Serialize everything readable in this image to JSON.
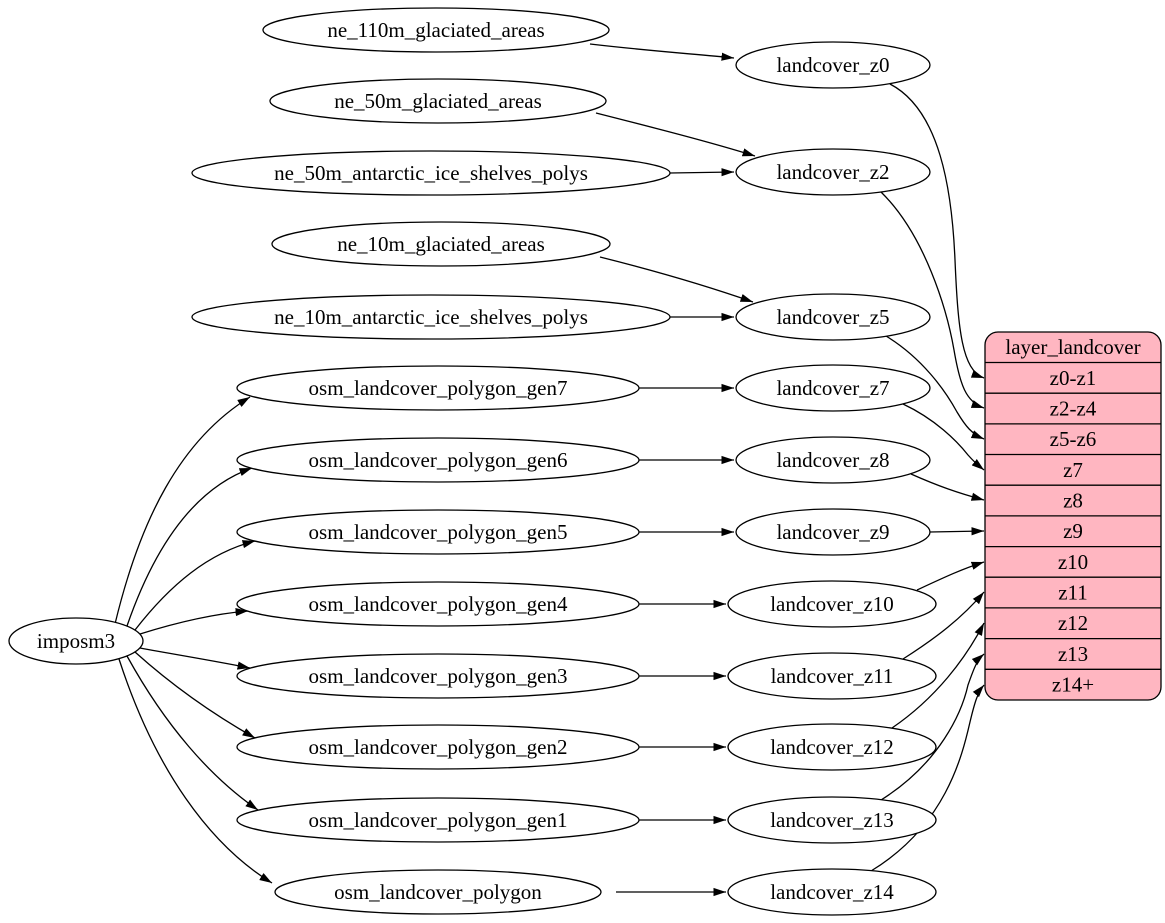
{
  "diagram": {
    "kind": "directed-graph",
    "background_color": "#ffffff",
    "node_fill_color": "#ffffff",
    "edge_color": "#000000",
    "root_node": {
      "id": "imposm3",
      "label": "imposm3"
    },
    "source_nodes": [
      {
        "id": "ne_110m_glaciated_areas",
        "label": "ne_110m_glaciated_areas"
      },
      {
        "id": "ne_50m_glaciated_areas",
        "label": "ne_50m_glaciated_areas"
      },
      {
        "id": "ne_50m_antarctic_ice_shelves_polys",
        "label": "ne_50m_antarctic_ice_shelves_polys"
      },
      {
        "id": "ne_10m_glaciated_areas",
        "label": "ne_10m_glaciated_areas"
      },
      {
        "id": "ne_10m_antarctic_ice_shelves_polys",
        "label": "ne_10m_antarctic_ice_shelves_polys"
      },
      {
        "id": "osm_landcover_polygon_gen7",
        "label": "osm_landcover_polygon_gen7"
      },
      {
        "id": "osm_landcover_polygon_gen6",
        "label": "osm_landcover_polygon_gen6"
      },
      {
        "id": "osm_landcover_polygon_gen5",
        "label": "osm_landcover_polygon_gen5"
      },
      {
        "id": "osm_landcover_polygon_gen4",
        "label": "osm_landcover_polygon_gen4"
      },
      {
        "id": "osm_landcover_polygon_gen3",
        "label": "osm_landcover_polygon_gen3"
      },
      {
        "id": "osm_landcover_polygon_gen2",
        "label": "osm_landcover_polygon_gen2"
      },
      {
        "id": "osm_landcover_polygon_gen1",
        "label": "osm_landcover_polygon_gen1"
      },
      {
        "id": "osm_landcover_polygon",
        "label": "osm_landcover_polygon"
      }
    ],
    "layer_nodes": [
      {
        "id": "landcover_z0",
        "label": "landcover_z0"
      },
      {
        "id": "landcover_z2",
        "label": "landcover_z2"
      },
      {
        "id": "landcover_z5",
        "label": "landcover_z5"
      },
      {
        "id": "landcover_z7",
        "label": "landcover_z7"
      },
      {
        "id": "landcover_z8",
        "label": "landcover_z8"
      },
      {
        "id": "landcover_z9",
        "label": "landcover_z9"
      },
      {
        "id": "landcover_z10",
        "label": "landcover_z10"
      },
      {
        "id": "landcover_z11",
        "label": "landcover_z11"
      },
      {
        "id": "landcover_z12",
        "label": "landcover_z12"
      },
      {
        "id": "landcover_z13",
        "label": "landcover_z13"
      },
      {
        "id": "landcover_z14",
        "label": "landcover_z14"
      }
    ],
    "table": {
      "title": "layer_landcover",
      "rows": [
        "z0-z1",
        "z2-z4",
        "z5-z6",
        "z7",
        "z8",
        "z9",
        "z10",
        "z11",
        "z12",
        "z13",
        "z14+"
      ],
      "fill_color": "#ffb6c1",
      "border_color": "#000000"
    },
    "edges": [
      {
        "from": "imposm3",
        "to": "osm_landcover_polygon_gen7"
      },
      {
        "from": "imposm3",
        "to": "osm_landcover_polygon_gen6"
      },
      {
        "from": "imposm3",
        "to": "osm_landcover_polygon_gen5"
      },
      {
        "from": "imposm3",
        "to": "osm_landcover_polygon_gen4"
      },
      {
        "from": "imposm3",
        "to": "osm_landcover_polygon_gen3"
      },
      {
        "from": "imposm3",
        "to": "osm_landcover_polygon_gen2"
      },
      {
        "from": "imposm3",
        "to": "osm_landcover_polygon_gen1"
      },
      {
        "from": "imposm3",
        "to": "osm_landcover_polygon"
      },
      {
        "from": "ne_110m_glaciated_areas",
        "to": "landcover_z0"
      },
      {
        "from": "ne_50m_glaciated_areas",
        "to": "landcover_z2"
      },
      {
        "from": "ne_50m_antarctic_ice_shelves_polys",
        "to": "landcover_z2"
      },
      {
        "from": "ne_10m_glaciated_areas",
        "to": "landcover_z5"
      },
      {
        "from": "ne_10m_antarctic_ice_shelves_polys",
        "to": "landcover_z5"
      },
      {
        "from": "osm_landcover_polygon_gen7",
        "to": "landcover_z7"
      },
      {
        "from": "osm_landcover_polygon_gen6",
        "to": "landcover_z8"
      },
      {
        "from": "osm_landcover_polygon_gen5",
        "to": "landcover_z9"
      },
      {
        "from": "osm_landcover_polygon_gen4",
        "to": "landcover_z10"
      },
      {
        "from": "osm_landcover_polygon_gen3",
        "to": "landcover_z11"
      },
      {
        "from": "osm_landcover_polygon_gen2",
        "to": "landcover_z12"
      },
      {
        "from": "osm_landcover_polygon_gen1",
        "to": "landcover_z13"
      },
      {
        "from": "osm_landcover_polygon",
        "to": "landcover_z14"
      },
      {
        "from": "landcover_z0",
        "to": "layer_landcover.z0-z1"
      },
      {
        "from": "landcover_z2",
        "to": "layer_landcover.z2-z4"
      },
      {
        "from": "landcover_z5",
        "to": "layer_landcover.z5-z6"
      },
      {
        "from": "landcover_z7",
        "to": "layer_landcover.z7"
      },
      {
        "from": "landcover_z8",
        "to": "layer_landcover.z8"
      },
      {
        "from": "landcover_z9",
        "to": "layer_landcover.z9"
      },
      {
        "from": "landcover_z10",
        "to": "layer_landcover.z10"
      },
      {
        "from": "landcover_z11",
        "to": "layer_landcover.z11"
      },
      {
        "from": "landcover_z12",
        "to": "layer_landcover.z12"
      },
      {
        "from": "landcover_z13",
        "to": "layer_landcover.z13"
      },
      {
        "from": "landcover_z14",
        "to": "layer_landcover.z14+"
      }
    ]
  }
}
